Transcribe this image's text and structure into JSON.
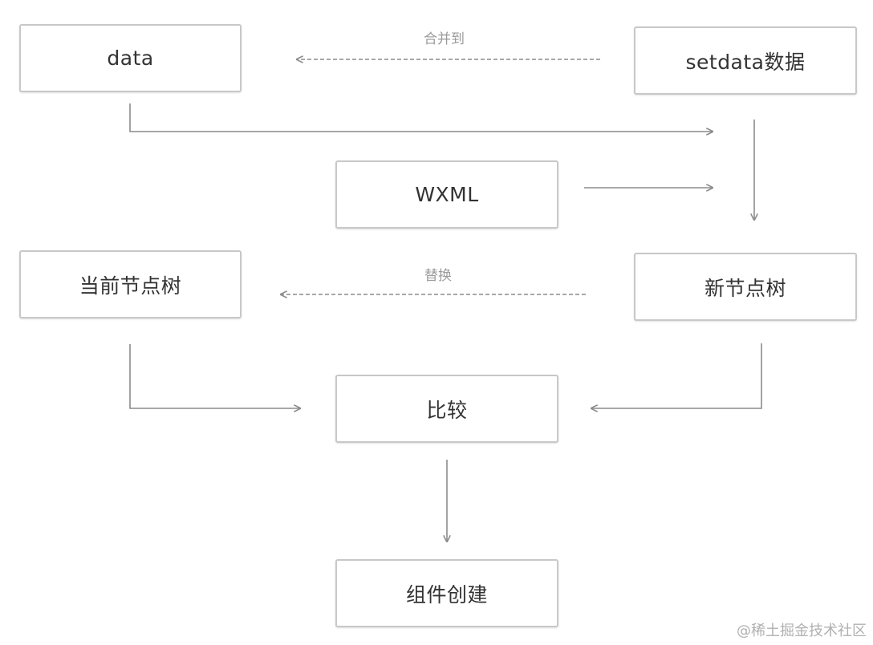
{
  "nodes": {
    "data": "data",
    "setdata": "setdata数据",
    "wxml": "WXML",
    "current_tree": "当前节点树",
    "new_tree": "新节点树",
    "compare": "比较",
    "create": "组件创建"
  },
  "edge_labels": {
    "merge_into": "合并到",
    "replace": "替换"
  },
  "watermark": "@稀土掘金技术社区",
  "colors": {
    "border": "#c8c8c8",
    "text": "#333333",
    "arrow": "#8c8c8c",
    "edge_label": "#9a9a9a"
  }
}
